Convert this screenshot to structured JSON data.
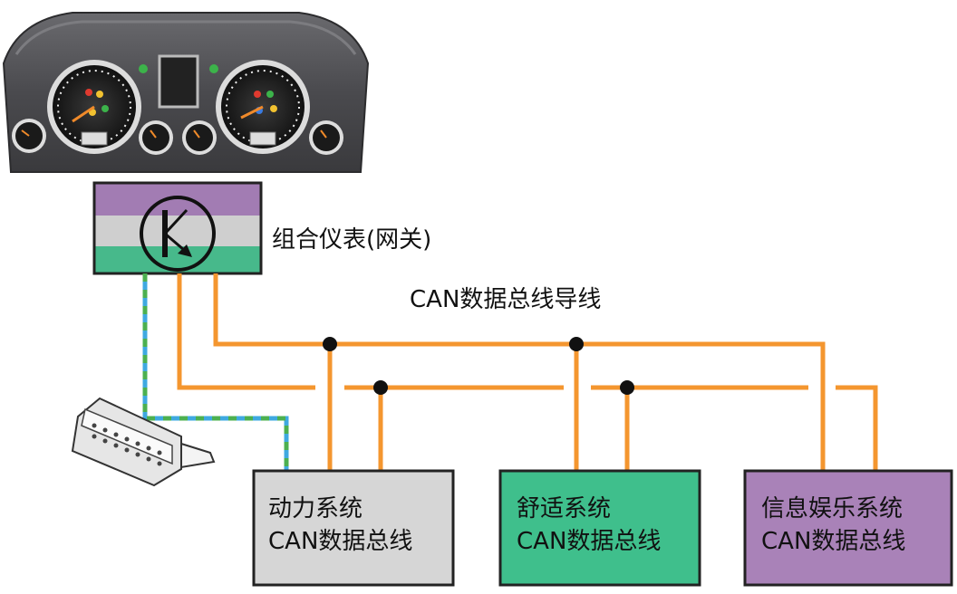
{
  "labels": {
    "gateway": "组合仪表(网关)",
    "bus_wires": "CAN数据总线导线"
  },
  "ecus": [
    {
      "line1": "动力系统",
      "line2": "CAN数据总线"
    },
    {
      "line1": "舒适系统",
      "line2": "CAN数据总线"
    },
    {
      "line1": "信息娱乐系统",
      "line2": "CAN数据总线"
    }
  ],
  "colors": {
    "bus_wire": "#f4962f",
    "diag_wire_blue": "#3fa9e0",
    "diag_wire_green": "#4cb050",
    "module_purple": "#a27cb3",
    "module_gray": "#cfcfcf",
    "module_green": "#47b98b",
    "ecu_power": "#d6d6d6",
    "ecu_comfort": "#3fbf8c",
    "ecu_infotainment": "#a982b8",
    "dashboard": "#4a4a4c"
  },
  "icons": {
    "gateway": "transistor-symbol-icon",
    "diagnostic": "obd-connector-icon"
  }
}
